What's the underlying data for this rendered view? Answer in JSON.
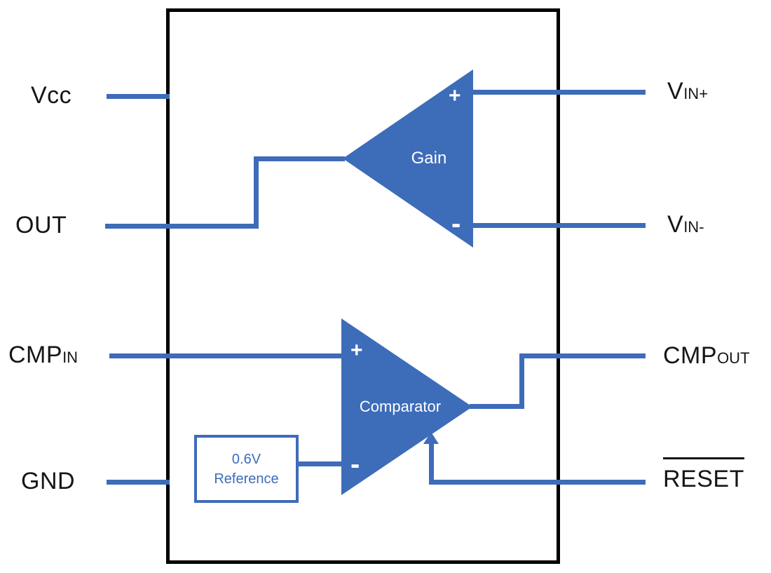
{
  "diagram": {
    "left_pins": {
      "vcc": "Vcc",
      "out": "OUT",
      "cmp_in": {
        "main": "CMP",
        "sub": "IN"
      },
      "gnd": "GND"
    },
    "right_pins": {
      "vin_plus": {
        "main": "V",
        "sub": "IN+"
      },
      "vin_minus": {
        "main": "V",
        "sub": "IN-"
      },
      "cmp_out": {
        "main": "CMP",
        "sub": "OUT"
      },
      "reset": "RESET"
    },
    "gain": {
      "label": "Gain",
      "plus": "+",
      "minus": "-"
    },
    "comparator": {
      "label": "Comparator",
      "plus": "+",
      "minus": "-"
    },
    "reference": {
      "line1": "0.6V",
      "line2": "Reference"
    },
    "colors": {
      "accent": "#3D6CB9",
      "ic_outline": "#000000",
      "label_text": "#161616"
    }
  }
}
